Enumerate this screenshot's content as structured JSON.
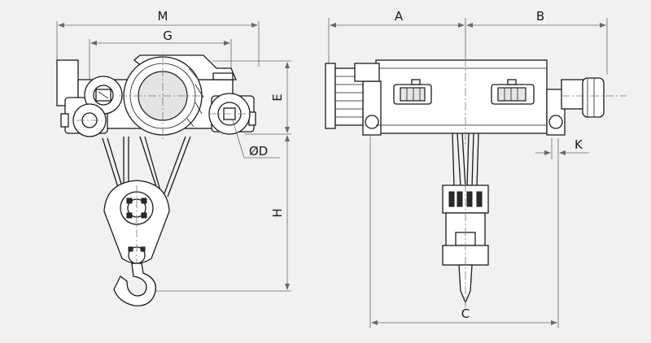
{
  "labels": {
    "M": "M",
    "G": "G",
    "E": "E",
    "D": "ØD",
    "H": "H",
    "A": "A",
    "B": "B",
    "K": "K",
    "C": "C"
  },
  "colors": {
    "background": "#f1f1f2",
    "line": "#1b1b1b",
    "dimension": "#6a6a6a"
  }
}
